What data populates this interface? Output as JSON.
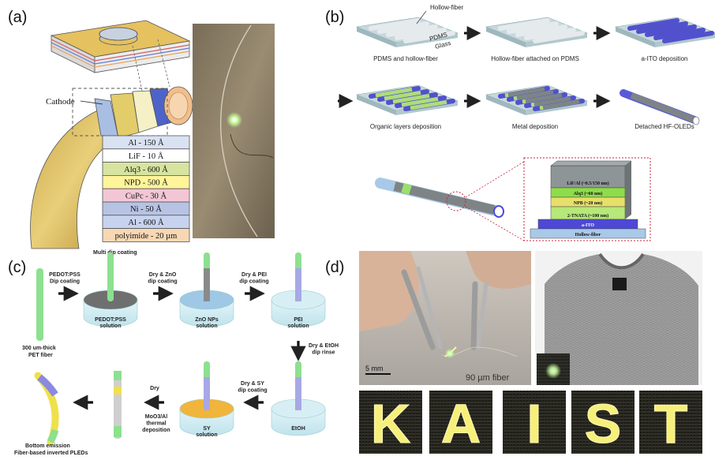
{
  "panels": {
    "a": {
      "label": "(a)",
      "cathode_label": "Cathode",
      "layers": [
        {
          "text": "Al - 150 Å",
          "color": "#d9e2f2"
        },
        {
          "text": "LiF - 10 Å",
          "color": "#ffffff"
        },
        {
          "text": "Alq3 - 600 Å",
          "color": "#d7e4a0"
        },
        {
          "text": "NPD - 500 Å",
          "color": "#fff59a"
        },
        {
          "text": "CuPc - 30 Å",
          "color": "#f3c6d6"
        },
        {
          "text": "Ni - 50 Å",
          "color": "#b7c3e4"
        },
        {
          "text": "Al - 600 Å",
          "color": "#c7d3ee"
        },
        {
          "text": "polyimide - 20 µm",
          "color": "#f8d8b4"
        }
      ]
    },
    "b": {
      "label": "(b)",
      "hollow_fiber_label": "Hollow-fiber",
      "pdms_label": "PDMS",
      "glass_label": "Glass",
      "steps": [
        "PDMS and hollow-fiber",
        "Hollow-fiber attached on PDMS",
        "a-ITO deposition",
        "Organic layers deposition",
        "Metal deposition",
        "Detached HF-OLEDs"
      ],
      "stack": [
        {
          "text": "LiF/Al (~0.5/150 nm)",
          "color": "#8e9597"
        },
        {
          "text": "Alq3 (~60 nm)",
          "color": "#8fdc4a"
        },
        {
          "text": "NPB (~20 nm)",
          "color": "#e8df6a"
        },
        {
          "text": "2-TNATA (~100 nm)",
          "color": "#b6e87a"
        },
        {
          "text": "a-ITO",
          "color": "#4d49d6"
        },
        {
          "text": "Hollow-fiber",
          "color": "#a9c9e8"
        }
      ]
    },
    "c": {
      "label": "(c)",
      "multi_dip": "Multi dip coating",
      "arrow1": [
        "PEDOT:PSS",
        "Dip coating"
      ],
      "arrow2": [
        "Dry & ZnO",
        "dip coating"
      ],
      "arrow3": [
        "Dry & PEI",
        "dip coating"
      ],
      "arrow4": [
        "Dry & EtOH",
        "dip rinse"
      ],
      "arrow5": [
        "Dry & SY",
        "dip coating"
      ],
      "arrow6": [
        "MoO3/Al",
        "thermal",
        "deposition"
      ],
      "dry_label": "Dry",
      "fiber_label": [
        "300 um-thick",
        "PET fiber"
      ],
      "sol1": [
        "PEDOT:PSS",
        "solution"
      ],
      "sol2": [
        "ZnO NPs",
        "solution"
      ],
      "sol3": [
        "PEI",
        "solution"
      ],
      "sol4": [
        "EtOH"
      ],
      "sol5": [
        "SY",
        "solution"
      ],
      "final": [
        "Bottom emission",
        "Fiber-based inverted PLEDs"
      ]
    },
    "d": {
      "label": "(d)",
      "scale": "5 mm",
      "fiber_caption": "90 µm fiber",
      "letters": [
        "K",
        "A",
        "I",
        "S",
        "T"
      ]
    }
  }
}
